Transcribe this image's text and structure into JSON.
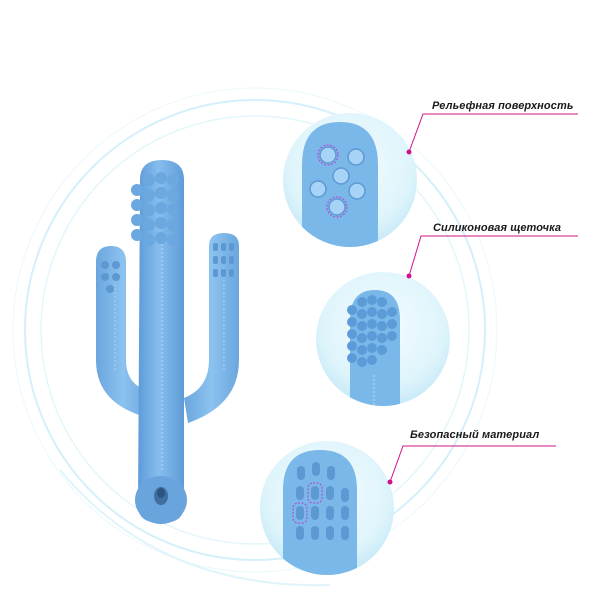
{
  "callouts": {
    "textured_surface": "Рельефная поверхность",
    "silicone_brush": "Силиконовая щеточка",
    "safe_material": "Безопасный материал"
  },
  "colors": {
    "teether_blue": "#7db8ea",
    "teether_shadow": "#5a96d2",
    "bubble_bg": "#ddf3fb",
    "ring": "#c8ecf8",
    "leader_line": "#d0138a",
    "highlight": "#b050d0"
  }
}
